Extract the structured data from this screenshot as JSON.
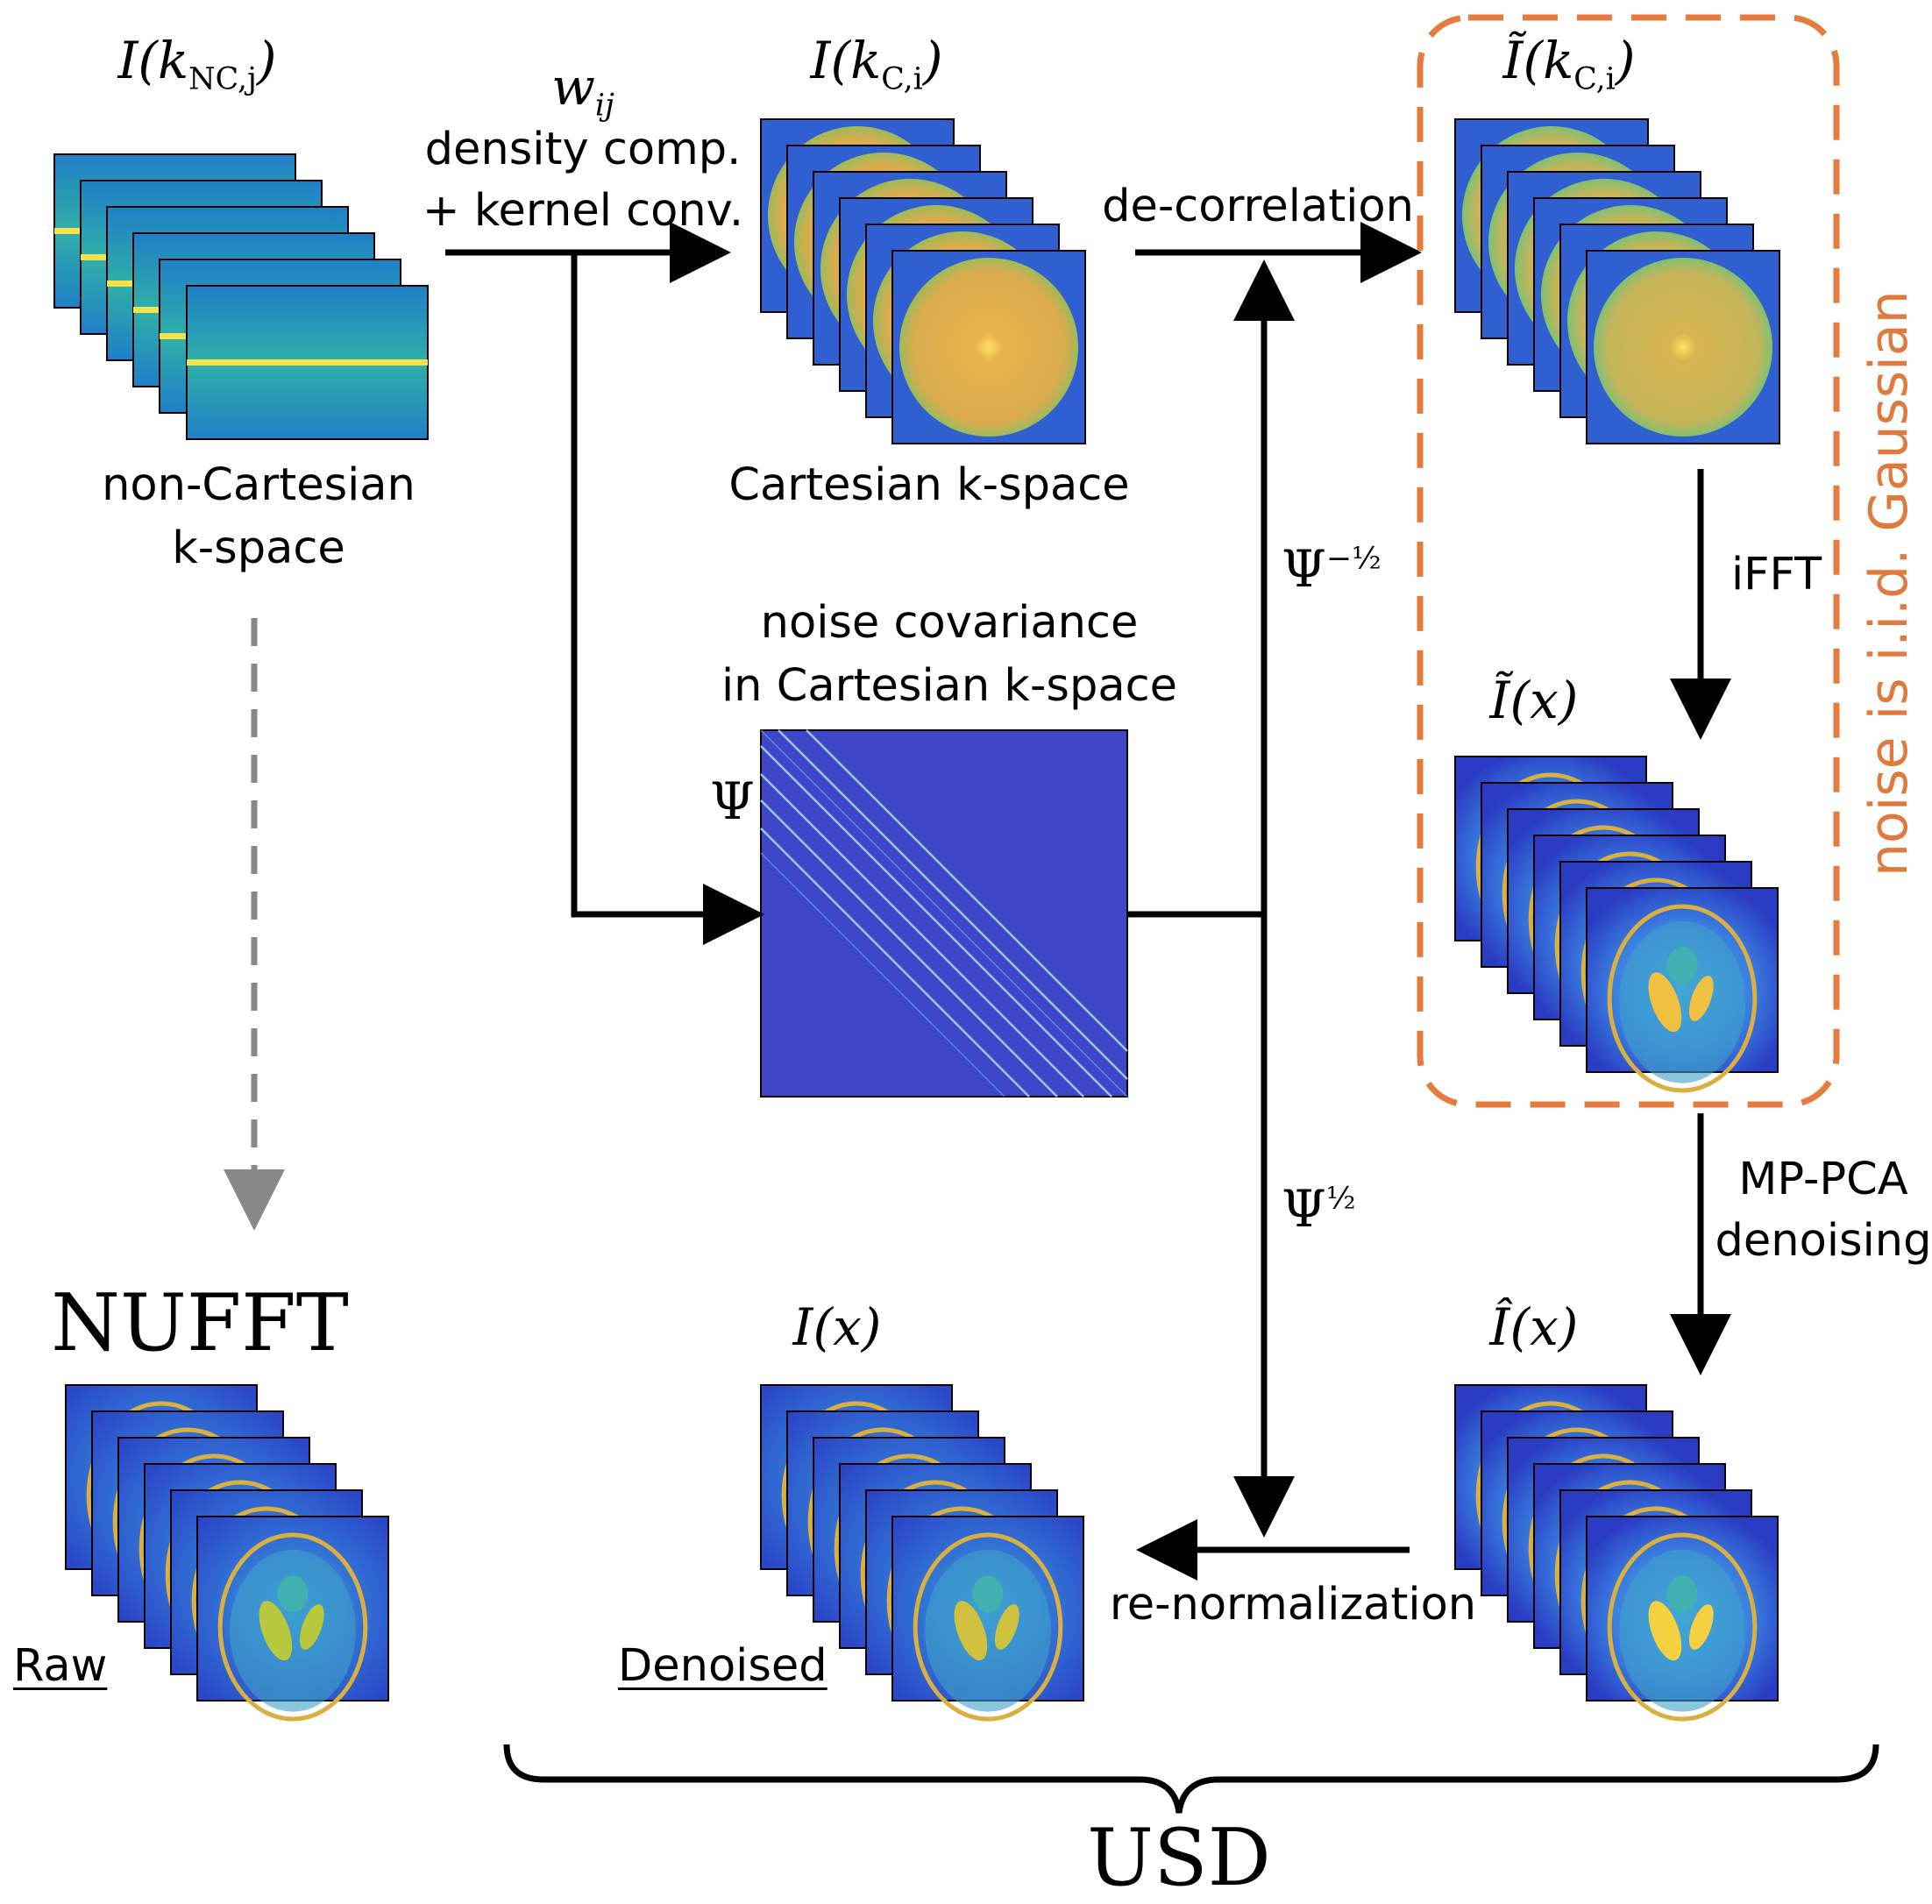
{
  "labels": {
    "i_knc": {
      "base": "I(k",
      "sub": "NC,j",
      "close": ")"
    },
    "w_ij": {
      "base": "w",
      "sub": "ij"
    },
    "density_comp": "density comp.",
    "kernel_conv": "+ kernel conv.",
    "i_kc": {
      "base": "I(k",
      "sub": "C,i",
      "close": ")"
    },
    "de_correlation": "de-correlation",
    "i_tilde_kc": {
      "base": "Ĩ(k",
      "sub": "C,i",
      "close": ")"
    },
    "non_cartesian_1": "non-Cartesian",
    "non_cartesian_2": "k-space",
    "cartesian_kspace": "Cartesian k-space",
    "psi_minus_half": {
      "base": "Ψ",
      "sup": "−½"
    },
    "ifft": "iFFT",
    "noise_iid": "noise is i.i.d. Gaussian",
    "noise_cov_1": "noise covariance",
    "noise_cov_2": "in Cartesian k-space",
    "psi": "Ψ",
    "i_tilde_x": "Ĩ(x)",
    "mppca_1": "MP-PCA",
    "mppca_2": "denoising",
    "psi_half": {
      "base": "Ψ",
      "sup": "½"
    },
    "nufft": "NUFFT",
    "i_x": "I(x)",
    "i_hat_x": "Î(x)",
    "re_normalization": "re-normalization",
    "raw": "Raw",
    "denoised": "Denoised",
    "usd": "USD"
  },
  "colors": {
    "orange_dash": "#e57c3e",
    "arrow": "#000000",
    "dashed_arrow": "#888888",
    "kspace_bg": "#2aa7b8",
    "orange_disk": "#e0b040",
    "matrix_bg": "#4046c8",
    "image_bg": "#3a5fd8"
  }
}
